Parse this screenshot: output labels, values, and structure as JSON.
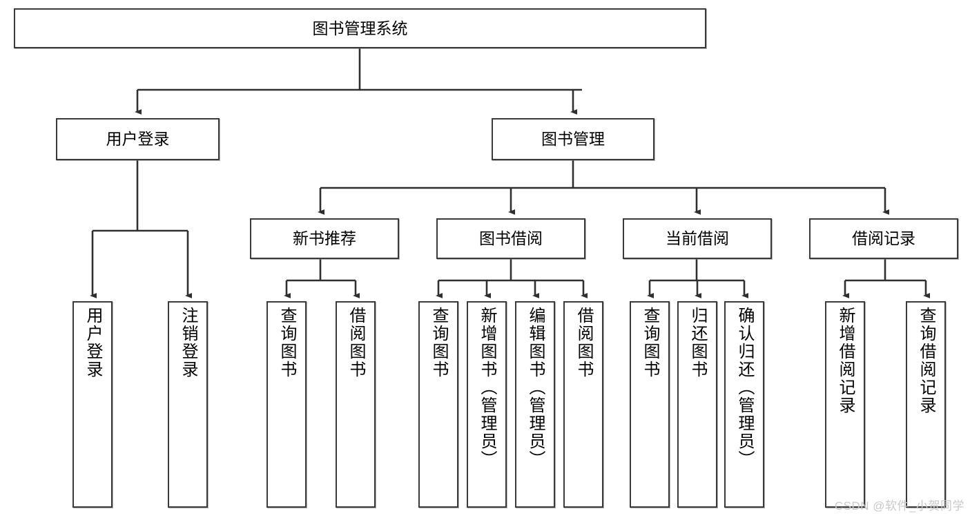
{
  "diagram": {
    "title_node": {
      "label": "图书管理系统"
    },
    "level2": [
      {
        "label": "用户登录"
      },
      {
        "label": "图书管理"
      }
    ],
    "level3": [
      {
        "label": "新书推荐"
      },
      {
        "label": "图书借阅"
      },
      {
        "label": "当前借阅"
      },
      {
        "label": "借阅记录"
      }
    ],
    "leaves": {
      "user_login": [
        {
          "label": "用户登录"
        },
        {
          "label": "注销登录"
        }
      ],
      "new_book_recommend": [
        {
          "label": "查询图书"
        },
        {
          "label": "借阅图书"
        }
      ],
      "book_borrow": [
        {
          "label": "查询图书"
        },
        {
          "label": "新增图书（管理员）"
        },
        {
          "label": "编辑图书（管理员）"
        },
        {
          "label": "借阅图书"
        }
      ],
      "current_borrow": [
        {
          "label": "查询图书"
        },
        {
          "label": "归还图书"
        },
        {
          "label": "确认归还（管理员）"
        }
      ],
      "borrow_record": [
        {
          "label": "新增借阅记录"
        },
        {
          "label": "查询借阅记录"
        }
      ]
    }
  },
  "watermark": {
    "text": "CSDN @软件_小贺同学"
  },
  "colors": {
    "stroke": "#3a3a3a",
    "text": "#000000",
    "background": "#ffffff",
    "watermark": "#c9c9c9"
  }
}
